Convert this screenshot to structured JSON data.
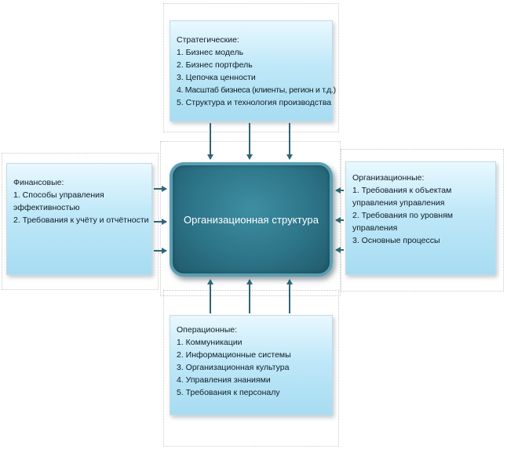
{
  "center": {
    "label": "Организационная структура"
  },
  "strategic": {
    "heading": "Стратегические:",
    "items": [
      "1. Бизнес модель",
      "2. Бизнес портфель",
      "3. Цепочка ценности",
      "4. Масштаб бизнеса (клиенты, регион и т.д.)",
      "5. Структура и технология производства"
    ]
  },
  "financial": {
    "heading": "Финансовые:",
    "items": [
      "1. Способы управления эффективностью",
      "2. Требования к учёту и отчётности"
    ]
  },
  "organizational": {
    "heading": "Организационные:",
    "items": [
      "1. Требования к объектам управления управления",
      "2. Требования по уровням управления",
      "3. Основные процессы"
    ]
  },
  "operational": {
    "heading": "Операционные:",
    "items": [
      "1. Коммуникации",
      "2. Информационные системы",
      "3. Организационная культура",
      "4. Управления знаниями",
      "5. Требования к персоналу"
    ]
  },
  "colors": {
    "arrow": "#2f6676",
    "center_fill": "#2d7488",
    "box_fill": "#bfe8f8"
  }
}
